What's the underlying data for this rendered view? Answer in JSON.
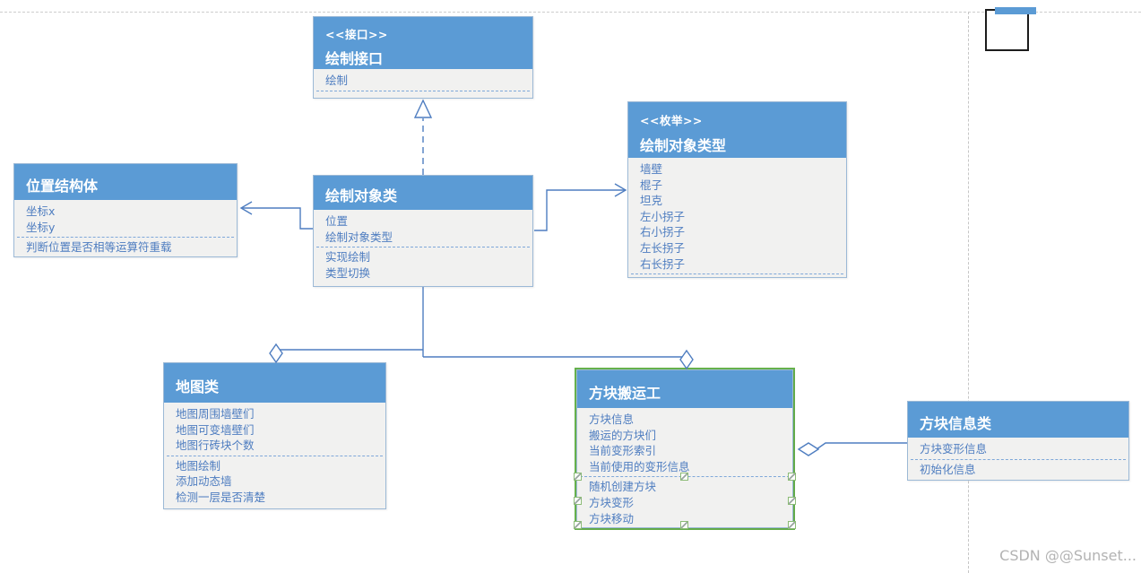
{
  "diagram": {
    "watermark": "CSDN @@Sunset...",
    "colors": {
      "header_fill": "#5b9bd5",
      "body_fill": "#f1f1f0",
      "member_text": "#4e7dc0",
      "box_border": "#9cb9d6",
      "connector": "#4e7dc0",
      "selection_green": "#66b14c",
      "page_break": "#c9c9c9",
      "watermark_text": "#b3b3b3"
    },
    "classes": [
      {
        "stereotype": "<<接口>>",
        "title": "绘制接口",
        "attributes": [
          "绘制"
        ],
        "methods": []
      },
      {
        "stereotype": "<<枚举>>",
        "title": "绘制对象类型",
        "attributes": [
          "墙壁",
          "棍子",
          "坦克",
          "左小拐子",
          "右小拐子",
          "左长拐子",
          "右长拐子"
        ],
        "methods": []
      },
      {
        "stereotype": "",
        "title": "位置结构体",
        "attributes": [
          "坐标x",
          "坐标y"
        ],
        "methods": [
          "判断位置是否相等运算符重载"
        ]
      },
      {
        "stereotype": "",
        "title": "绘制对象类",
        "attributes": [
          "位置",
          "绘制对象类型"
        ],
        "methods": [
          "实现绘制",
          "类型切换"
        ]
      },
      {
        "stereotype": "",
        "title": "地图类",
        "attributes": [
          "地图周围墙壁们",
          "地图可变墙壁们",
          "地图行砖块个数"
        ],
        "methods": [
          "地图绘制",
          "添加动态墙",
          "检测一层是否清楚"
        ]
      },
      {
        "stereotype": "",
        "title": "方块搬运工",
        "selected": true,
        "attributes": [
          "方块信息",
          "搬运的方块们",
          "当前变形索引",
          "当前使用的变形信息"
        ],
        "methods": [
          "随机创建方块",
          "方块变形",
          "方块移动"
        ]
      },
      {
        "stereotype": "",
        "title": "方块信息类",
        "attributes": [
          "方块变形信息"
        ],
        "methods": [
          "初始化信息"
        ]
      }
    ],
    "relations": [
      {
        "type": "realization",
        "from": "绘制对象类",
        "to": "绘制接口"
      },
      {
        "type": "association",
        "from": "绘制对象类",
        "to": "绘制对象类型"
      },
      {
        "type": "association",
        "from": "绘制对象类",
        "to": "位置结构体"
      },
      {
        "type": "aggregation",
        "from": "地图类",
        "to": "绘制对象类"
      },
      {
        "type": "aggregation",
        "from": "方块搬运工",
        "to": "绘制对象类"
      },
      {
        "type": "aggregation",
        "from": "方块搬运工",
        "to": "方块信息类"
      }
    ]
  }
}
